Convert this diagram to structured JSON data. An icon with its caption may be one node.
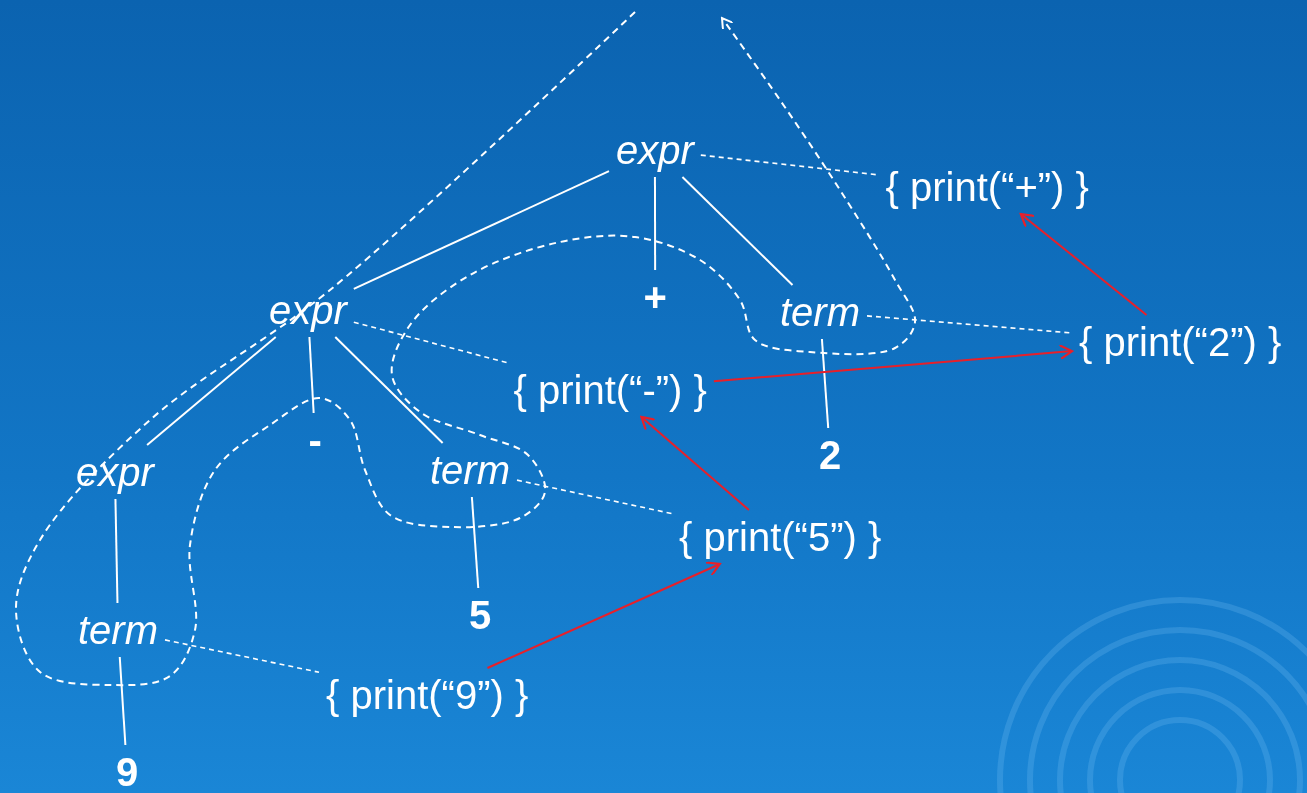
{
  "diagram": {
    "nodes": [
      {
        "text": [
          "expr"
        ]
      },
      {
        "text": [
          "expr"
        ]
      },
      {
        "text": [
          "+"
        ]
      },
      {
        "text": [
          "term"
        ]
      },
      {
        "text": [
          "{ print(“+”) }"
        ]
      },
      {
        "text": [
          "expr"
        ]
      },
      {
        "text": [
          "-"
        ]
      },
      {
        "text": [
          "term"
        ]
      },
      {
        "text": [
          "{ print(“-”) }"
        ]
      },
      {
        "text": [
          "2"
        ]
      },
      {
        "text": [
          "{ print(“2”) }"
        ]
      },
      {
        "text": [
          "term"
        ]
      },
      {
        "text": [
          "5"
        ]
      },
      {
        "text": [
          "{ print(“5”) }"
        ]
      },
      {
        "text": [
          "9"
        ]
      },
      {
        "text": [
          "{ print(“9”) }"
        ]
      }
    ],
    "edges": [
      {
        "from": 0,
        "to": 1,
        "arrow": "none"
      },
      {
        "from": 0,
        "to": 2,
        "arrow": "none"
      },
      {
        "from": 0,
        "to": 3,
        "arrow": "none"
      },
      {
        "from": 0,
        "to": 4,
        "arrow": "none",
        "style": "dashed"
      },
      {
        "from": 1,
        "to": 5,
        "arrow": "none"
      },
      {
        "from": 1,
        "to": 6,
        "arrow": "none"
      },
      {
        "from": 1,
        "to": 7,
        "arrow": "none"
      },
      {
        "from": 1,
        "to": 8,
        "arrow": "none",
        "style": "dashed"
      },
      {
        "from": 3,
        "to": 9,
        "arrow": "none"
      },
      {
        "from": 3,
        "to": 10,
        "arrow": "none",
        "style": "dashed"
      },
      {
        "from": 5,
        "to": 11,
        "arrow": "none"
      },
      {
        "from": 7,
        "to": 12,
        "arrow": "none"
      },
      {
        "from": 7,
        "to": 13,
        "arrow": "none",
        "style": "dashed"
      },
      {
        "from": 11,
        "to": 14,
        "arrow": "none"
      },
      {
        "from": 11,
        "to": 15,
        "arrow": "none",
        "style": "dashed"
      },
      {
        "from": 15,
        "to": 13,
        "arrow": "to",
        "color": "#e8202a"
      },
      {
        "from": 13,
        "to": 8,
        "arrow": "to",
        "color": "#e8202a"
      },
      {
        "from": 8,
        "to": 10,
        "arrow": "to",
        "color": "#e8202a"
      },
      {
        "from": 10,
        "to": 4,
        "arrow": "to",
        "color": "#e8202a"
      }
    ]
  }
}
